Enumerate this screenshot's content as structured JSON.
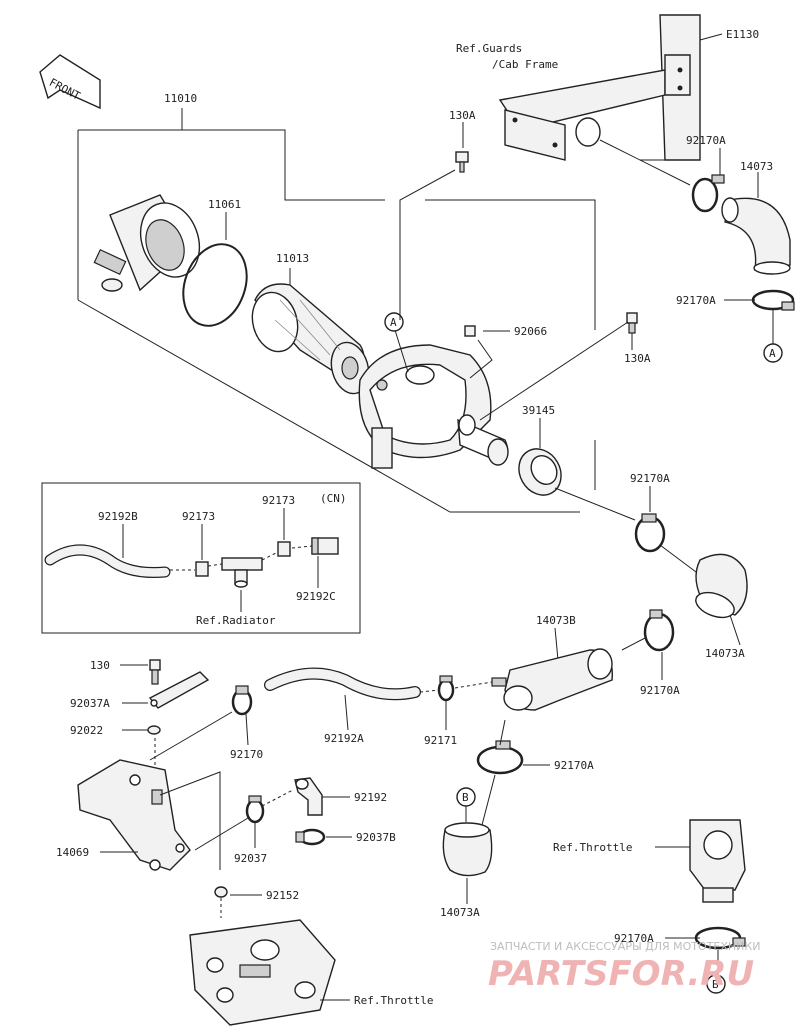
{
  "labels": {
    "e1130": "E1130",
    "ref_guards_1": "Ref.Guards",
    "ref_guards_2": "/Cab Frame",
    "front": "FRONT",
    "p11010": "11010",
    "p11061": "11061",
    "p11013": "11013",
    "p130a_top": "130A",
    "p92066": "92066",
    "p130a_right": "130A",
    "p39145": "39145",
    "p92170a_top": "92170A",
    "p14073_top": "14073",
    "p92170a_mid": "92170A",
    "callout_a_1": "A",
    "callout_a_2": "A",
    "inset_cn": "(CN)",
    "p92192b": "92192B",
    "p92173_1": "92173",
    "p92173_2": "92173",
    "p92192c": "92192C",
    "ref_radiator": "Ref.Radiator",
    "p92170a_right": "92170A",
    "p14073a_right": "14073A",
    "p14073b": "14073B",
    "p92170a_lower": "92170A",
    "p130": "130",
    "p92037a": "92037A",
    "p92022": "92022",
    "p92170": "92170",
    "p92192a": "92192A",
    "p92171": "92171",
    "p92170a_b": "92170A",
    "p92192": "92192",
    "p92037b": "92037B",
    "p14069": "14069",
    "p92037": "92037",
    "p92152": "92152",
    "ref_throttle_bottom": "Ref.Throttle",
    "callout_b_1": "B",
    "p14073a_bottom": "14073A",
    "ref_throttle_right": "Ref.Throttle",
    "p92170a_bottom": "92170A",
    "callout_b_2": "B",
    "watermark_small": "ЗАПЧАСТИ И АКСЕССУАРЫ ДЛЯ МОТОТЕХНИКИ",
    "watermark_big": "PARTSFOR.RU"
  }
}
